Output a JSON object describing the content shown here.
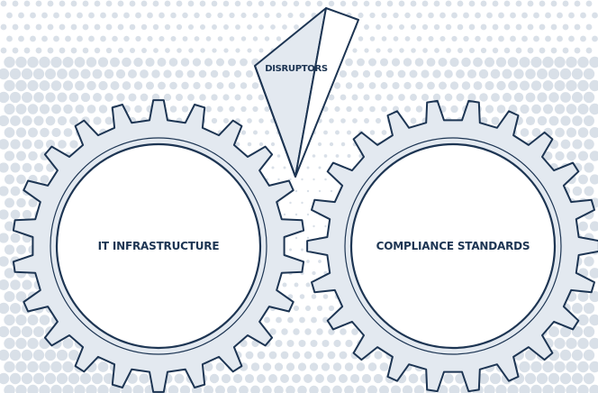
{
  "diagram": {
    "left_gear": {
      "label": "IT INFRASTRUCTURE",
      "teeth": 22
    },
    "right_gear": {
      "label": "COMPLIANCE STANDARDS",
      "teeth": 22
    },
    "wedge": {
      "label": "DISRUPTORS"
    }
  },
  "colors": {
    "outline": "#1d3553",
    "gear_fill": "#e3e9f0",
    "dot_pattern": "#d9e0e8",
    "background": "#ffffff"
  }
}
